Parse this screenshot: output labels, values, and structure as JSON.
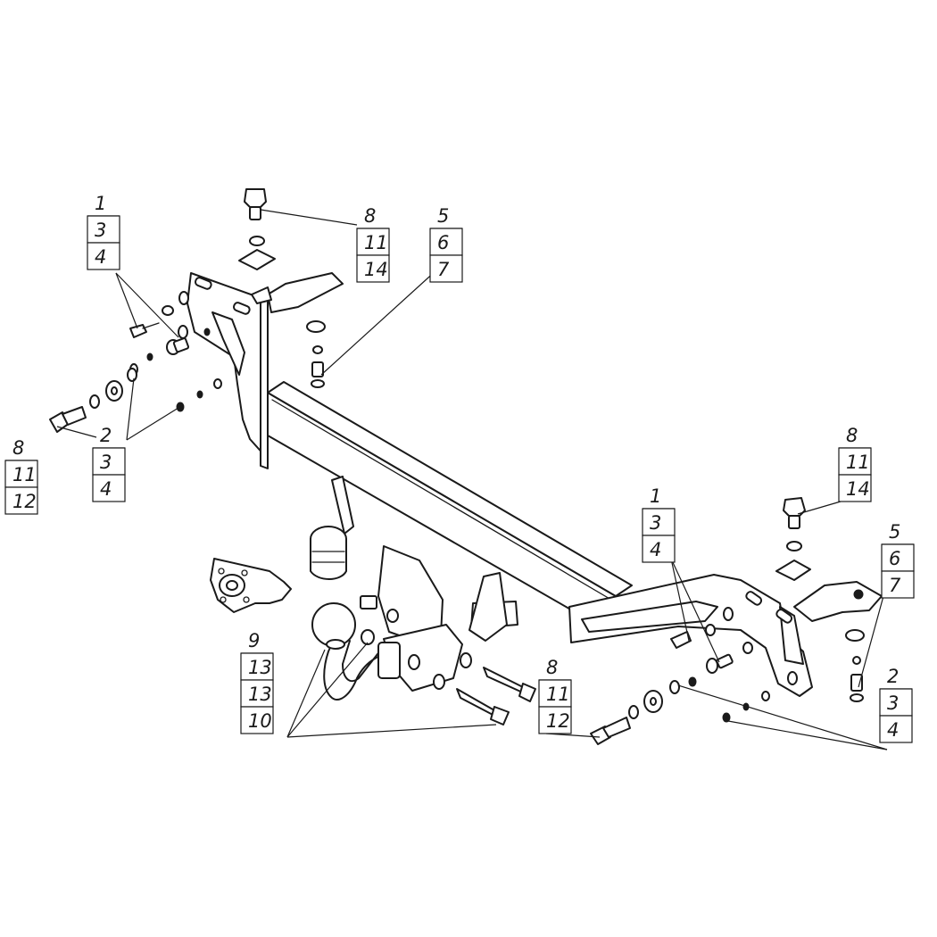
{
  "callouts": [
    {
      "id": "top-left",
      "lines": [
        "1",
        "3",
        "4"
      ]
    },
    {
      "id": "bottom-left",
      "lines": [
        "8",
        "11",
        "12"
      ]
    },
    {
      "id": "left-washers",
      "lines": [
        "2",
        "3",
        "4"
      ]
    },
    {
      "id": "top-bolt-left",
      "lines": [
        "8",
        "11",
        "14"
      ]
    },
    {
      "id": "top-pin-left",
      "lines": [
        "5",
        "6",
        "7"
      ]
    },
    {
      "id": "ball",
      "lines": [
        "9",
        "13",
        "13",
        "10"
      ]
    },
    {
      "id": "center-bolts",
      "lines": [
        "8",
        "11",
        "12"
      ]
    },
    {
      "id": "right-mid",
      "lines": [
        "1",
        "3",
        "4"
      ]
    },
    {
      "id": "top-bolt-right",
      "lines": [
        "8",
        "11",
        "14"
      ]
    },
    {
      "id": "right-pin",
      "lines": [
        "5",
        "6",
        "7"
      ]
    },
    {
      "id": "right-washers",
      "lines": [
        "2",
        "3",
        "4"
      ]
    }
  ],
  "colors": {
    "line": "#1a1a1a",
    "background": "#ffffff"
  }
}
